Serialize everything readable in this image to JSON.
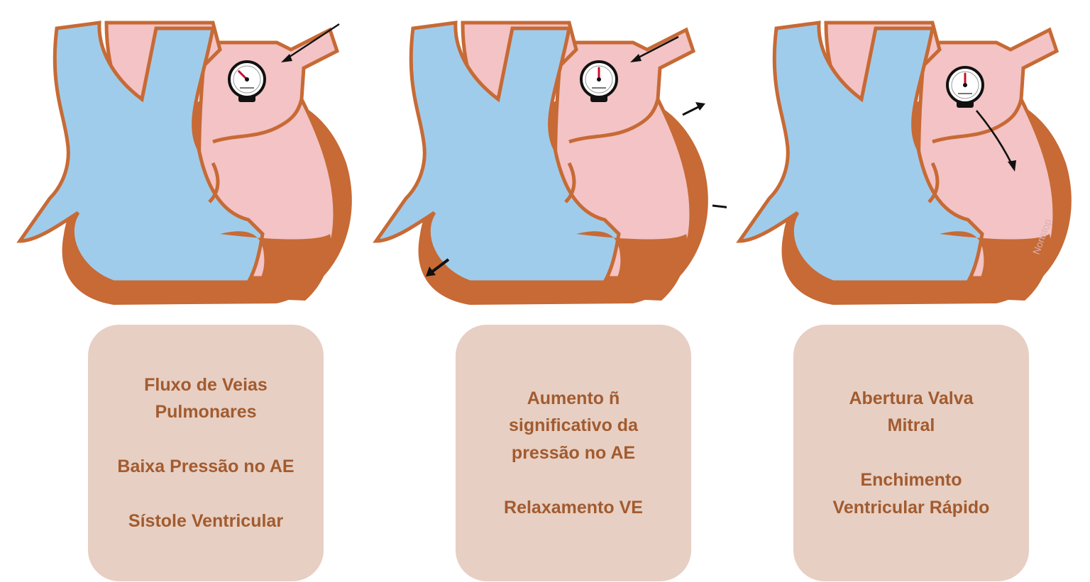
{
  "colors": {
    "vein_blue": "#a0cceb",
    "chamber_pink": "#f3c3c5",
    "muscle_brown": "#c76a35",
    "card_bg": "#e7cfc3",
    "card_text": "#a25b2f",
    "gauge_needle": "#c8102e",
    "arrow": "#111111"
  },
  "panels": [
    {
      "heart": {
        "gauge_level": 0.25,
        "arrow_icon": "inflow-arrow-icon",
        "motion_arrows": false
      },
      "caption": "Fluxo de Veias\nPulmonares\n\nBaixa Pressão no AE\n\nSístole Ventricular"
    },
    {
      "heart": {
        "gauge_level": 0.5,
        "arrow_icon": "inflow-arrow-icon",
        "motion_arrows": true
      },
      "caption": "Aumento ñ\nsignificativo da\npressão no AE\n\nRelaxamento VE"
    },
    {
      "heart": {
        "gauge_level": 0.5,
        "arrow_icon": "filling-arrow-icon",
        "motion_arrows": false,
        "watermark": "Nonstop"
      },
      "caption": "Abertura Valva\nMitral\n\nEnchimento\nVentricular Rápido"
    }
  ]
}
